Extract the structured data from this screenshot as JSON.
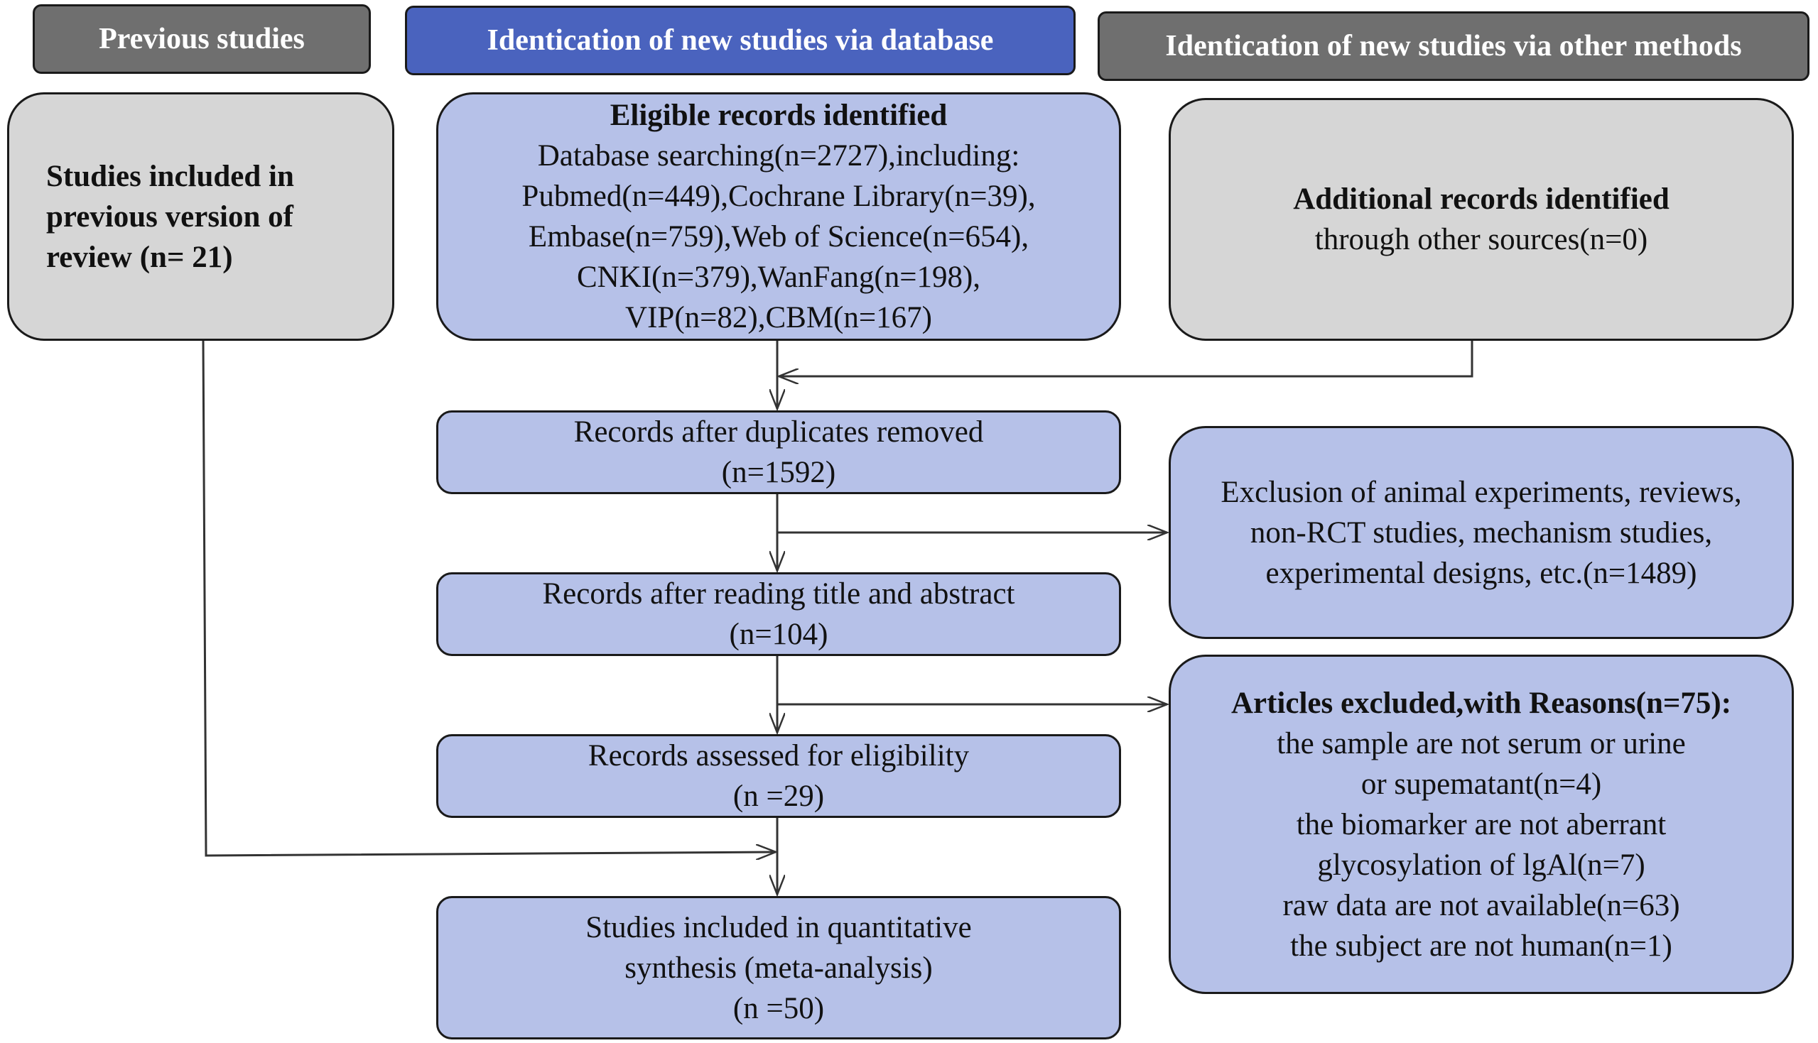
{
  "headers": {
    "previous": "Previous studies",
    "database": "Identication of new studies via database",
    "other": "Identication of new studies via other methods"
  },
  "previous_box": {
    "lines": [
      "Studies included in",
      "previous version of",
      "review (n= 21)"
    ]
  },
  "identified_box": {
    "title": "Eligible records identified",
    "lines": [
      "Database searching(n=2727),including:",
      "Pubmed(n=449),Cochrane Library(n=39),",
      "Embase(n=759),Web of Science(n=654),",
      "CNKI(n=379),WanFang(n=198),",
      "VIP(n=82),CBM(n=167)"
    ]
  },
  "additional_box": {
    "title": "Additional records identified",
    "lines": [
      "through other sources(n=0)"
    ]
  },
  "duplicates_box": {
    "lines": [
      "Records after duplicates removed",
      "(n=1592)"
    ]
  },
  "exclusion_box": {
    "lines": [
      "Exclusion of animal experiments, reviews,",
      "non-RCT studies, mechanism studies,",
      "experimental designs, etc.(n=1489)"
    ]
  },
  "title_abstract_box": {
    "lines": [
      "Records after reading title and abstract",
      "(n=104)"
    ]
  },
  "excluded_box": {
    "title": "Articles excluded,with Reasons(n=75):",
    "lines": [
      "the sample are not serum or urine",
      "or supematant(n=4)",
      "the biomarker are not aberrant",
      "glycosylation of lgAl(n=7)",
      "raw data are not available(n=63)",
      "the subject are not human(n=1)"
    ]
  },
  "eligibility_box": {
    "lines": [
      "Records assessed for eligibility",
      "(n =29)"
    ]
  },
  "included_box": {
    "lines": [
      "Studies included in quantitative",
      "synthesis (meta-analysis)",
      "(n =50)"
    ]
  }
}
